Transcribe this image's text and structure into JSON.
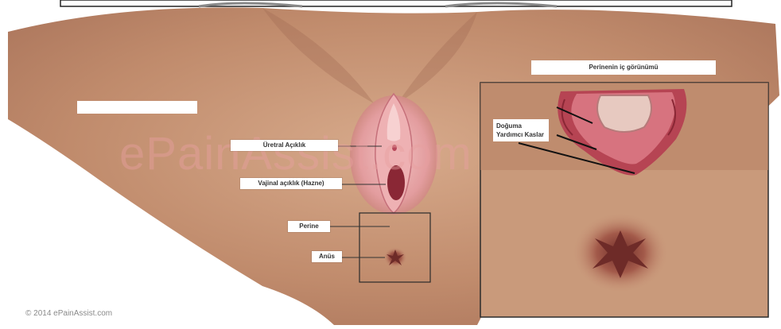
{
  "labels": {
    "urethral": "Üretral Açıklık",
    "vaginal": "Vajinal açıklık (Hazne)",
    "perine": "Perine",
    "anus": "Anüs",
    "inset_title": "Perinenin iç görünümü",
    "inset_muscles": "Doğuma Yardımcı Kaslar"
  },
  "watermark": "ePainAssist.com",
  "copyright": "© 2014 ePainAssist.com",
  "colors": {
    "skin": "#b98466",
    "skin_light": "#d3a486",
    "tissue_pink": "#e7a3a5",
    "tissue_dark": "#8a2735",
    "muscle": "#b64453",
    "frame": "#2b2b2b"
  }
}
